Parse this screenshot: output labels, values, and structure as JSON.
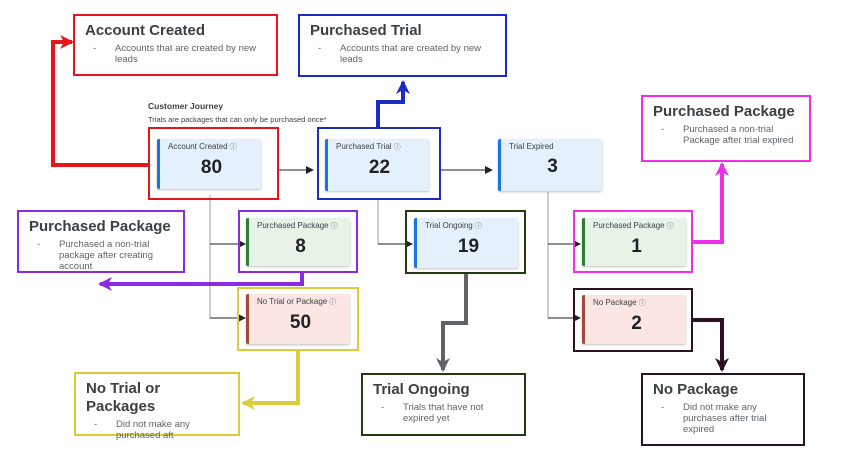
{
  "section": {
    "title": "Customer Journey",
    "subtitle": "Trials are packages that can only be purchased once*"
  },
  "cards": {
    "account_created": {
      "label": "Account Created",
      "value": "80"
    },
    "purchased_trial": {
      "label": "Purchased Trial",
      "value": "22"
    },
    "trial_expired": {
      "label": "Trial Expired",
      "value": "3"
    },
    "purchased_package_a": {
      "label": "Purchased Package",
      "value": "8"
    },
    "no_trial_or_package": {
      "label": "No Trial or Package",
      "value": "50"
    },
    "trial_ongoing": {
      "label": "Trial Ongoing",
      "value": "19"
    },
    "purchased_package_b": {
      "label": "Purchased Package",
      "value": "1"
    },
    "no_package": {
      "label": "No Package",
      "value": "2"
    }
  },
  "info_glyph": "ⓘ",
  "callouts": {
    "account_created": {
      "title": "Account Created",
      "dash": "-",
      "desc": "Accounts that are created by new leads"
    },
    "purchased_trial": {
      "title": "Purchased Trial",
      "dash": "-",
      "desc": "Accounts that are created by new leads"
    },
    "purchased_package_after_trial": {
      "title": "Purchased Package",
      "dash": "-",
      "desc": "Purchased a non-trial Package after trial expired"
    },
    "purchased_package_after_account": {
      "title": "Purchased Package",
      "dash": "-",
      "desc": "Purchased a non-trial package after creating account"
    },
    "no_trial_or_packages": {
      "title": "No Trial or Packages",
      "dash": "-",
      "desc": "Did not make any purchased aft"
    },
    "trial_ongoing": {
      "title": "Trial Ongoing",
      "dash": "-",
      "desc": "Trials that have not expired yet"
    },
    "no_package": {
      "title": "No Package",
      "dash": "-",
      "desc": "Did not make any purchases after trial expired"
    }
  },
  "colors": {
    "red": "#e8141b",
    "blue": "#1c2bc4",
    "magenta": "#ef2ee8",
    "purple": "#8a2be2",
    "olive_yellow": "#d9cd3a",
    "dark_green": "#223a12",
    "dark_purple": "#2c1126",
    "gray_arrow": "#5f6368"
  }
}
